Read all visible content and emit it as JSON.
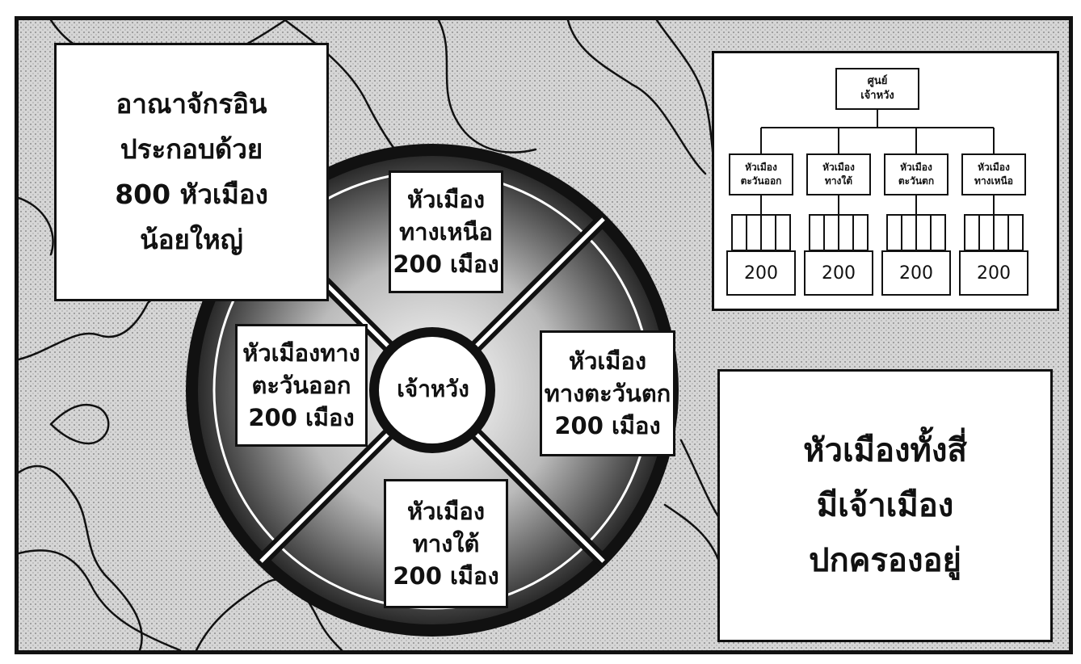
{
  "intro_box": {
    "lines": [
      "อาณาจักรอิน",
      "ประกอบด้วย",
      "800 หัวเมือง",
      "น้อยใหญ่"
    ]
  },
  "summary_box": {
    "lines": [
      "หัวเมืองทั้งสี่",
      "มีเจ้าเมือง",
      "ปกครองอยู่"
    ]
  },
  "wheel": {
    "center": "เจ้าหวัง",
    "regions": {
      "north": [
        "หัวเมือง",
        "ทางเหนือ",
        "200 เมือง"
      ],
      "east": [
        "หัวเมืองทาง",
        "ตะวันออก",
        "200 เมือง"
      ],
      "west": [
        "หัวเมือง",
        "ทางตะวันตก",
        "200 เมือง"
      ],
      "south": [
        "หัวเมือง",
        "ทางใต้",
        "200 เมือง"
      ]
    }
  },
  "org_chart": {
    "top": [
      "ศูนย์",
      "เจ้าหวัง"
    ],
    "units": [
      [
        "หัวเมือง",
        "ตะวันออก"
      ],
      [
        "หัวเมือง",
        "ทางใต้"
      ],
      [
        "หัวเมือง",
        "ตะวันตก"
      ],
      [
        "หัวเมือง",
        "ทางเหนือ"
      ]
    ],
    "counts": [
      "200",
      "200",
      "200",
      "200"
    ]
  }
}
